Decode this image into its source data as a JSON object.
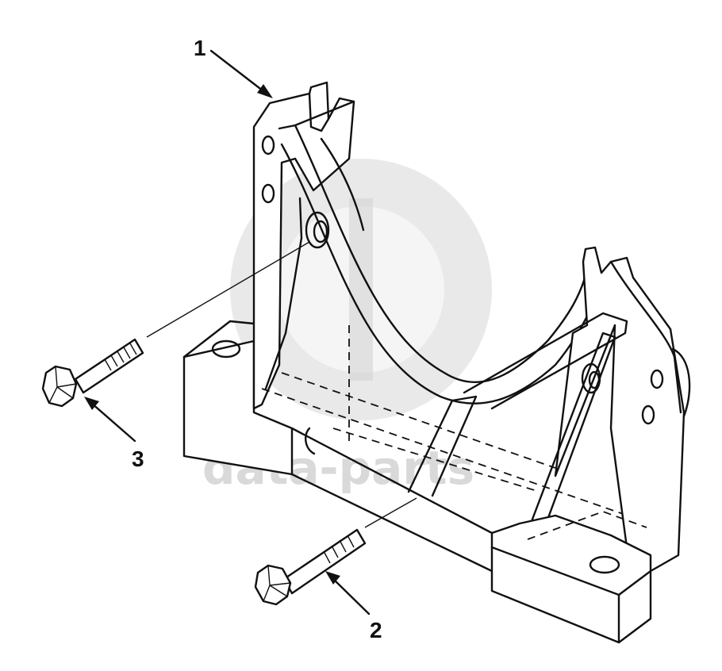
{
  "callouts": [
    {
      "id": "1",
      "label": "1"
    },
    {
      "id": "2",
      "label": "2"
    },
    {
      "id": "3",
      "label": "3"
    }
  ],
  "watermark": {
    "text": "data-parts",
    "color": "#d9d9d9"
  },
  "colors": {
    "line": "#111111",
    "background": "#ffffff"
  }
}
